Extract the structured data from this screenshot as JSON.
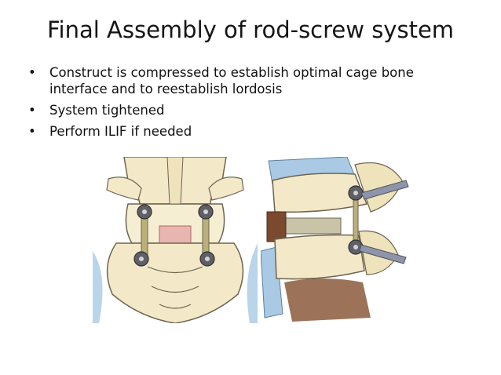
{
  "slide": {
    "title": "Final Assembly of rod-screw system",
    "bullet_glyph": "•",
    "bullets": [
      "Construct is compressed to establish optimal cage bone interface and to reestablish lordosis",
      "System tightened",
      "Perform ILIF if needed"
    ]
  },
  "figures": {
    "left_icon": "posterior-spine-rod-screw-illustration",
    "right_icon": "lateral-spine-compression-illustration"
  },
  "colors": {
    "bone": "#f3e9c8",
    "bone_outline": "#6d6450",
    "rod_metal": "#b9b07a",
    "screw_metal": "#5e6066",
    "tissue_blue": "#a9c9e4",
    "cage_pink": "#e9b5b0",
    "graft_brown": "#7a4a2e",
    "instrument_steel": "#8f95a8"
  }
}
